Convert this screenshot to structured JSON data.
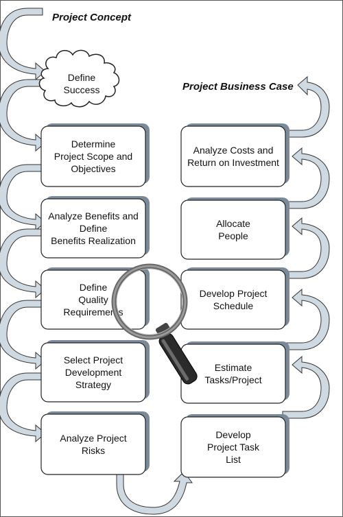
{
  "title_left": "Project Concept",
  "title_right": "Project Business Case",
  "cloud_step": "Define\nSuccess",
  "left_steps": [
    "Determine\nProject Scope and\nObjectives",
    "Analyze Benefits and\nDefine\nBenefits Realization",
    "Define\nQuality\nRequirements",
    "Select Project\nDevelopment\nStrategy",
    "Analyze Project\nRisks"
  ],
  "right_steps": [
    "Analyze Costs and\nReturn on Investment",
    "Allocate\nPeople",
    "Develop Project\nSchedule",
    "Estimate\nTasks/Project",
    "Develop\nProject Task\nList"
  ]
}
